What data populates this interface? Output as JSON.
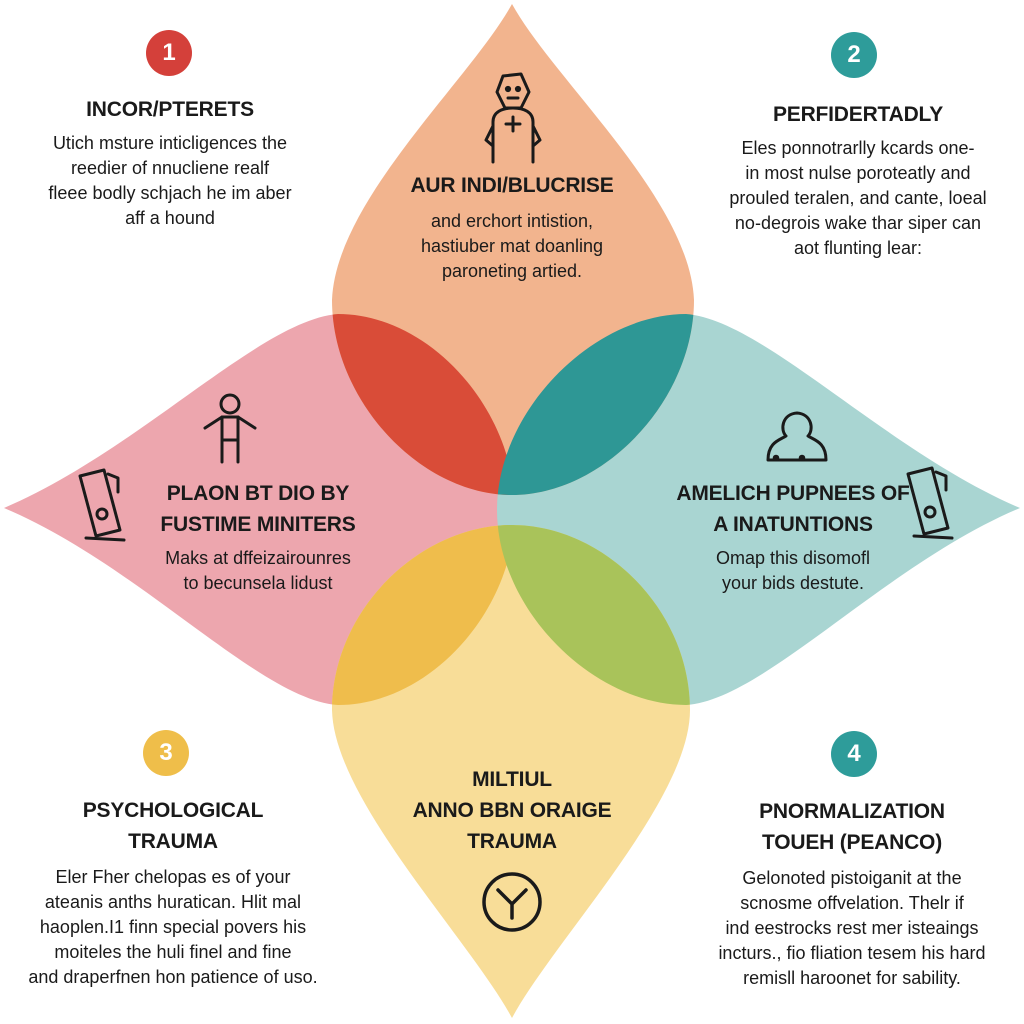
{
  "colors": {
    "top": "#f2b48e",
    "left": "#eda6ae",
    "right": "#a9d5d2",
    "bottom": "#f8dd98",
    "overlap_top_left": "#d94c38",
    "overlap_top_right": "#2e9795",
    "overlap_bottom_left": "#efbd4c",
    "overlap_bottom_right": "#a9c35a",
    "badge_1": "#d4403a",
    "badge_2": "#2e9c9a",
    "badge_3": "#efbe4a",
    "badge_4": "#2e9c9a"
  },
  "petals": {
    "top": {
      "title": "AUR INDI/BLUCRISE",
      "body": [
        "and erchort intistion,",
        "hastiuber mat doanling",
        "paroneting artied."
      ],
      "icon": "person-cross-icon"
    },
    "left": {
      "title": [
        "PLAON BT DIO BY",
        "FUSTIME MINITERS"
      ],
      "body": [
        "Maks at dffeizairounres",
        "to becunsela lidust"
      ],
      "icons": [
        "person-arms-icon",
        "phone-device-icon"
      ]
    },
    "right": {
      "title": [
        "AMELICH PUPNEES OF",
        "A INATUNTIONS"
      ],
      "body": [
        "Omap this disomofl",
        "your bids destute."
      ],
      "icons": [
        "profile-bust-icon",
        "phone-device-icon"
      ]
    },
    "bottom": {
      "title": [
        "MILTIUL",
        "ANNO BBN ORAIGE",
        "TRAUMA"
      ],
      "icon": "clock-icon"
    }
  },
  "corners": {
    "c1": {
      "number": "1",
      "title": "INCOR/PTERETS",
      "body": [
        "Utich msture inticligences the",
        "reedier of nnucliene realf",
        "fleee bodly schjach he im aber",
        "aff a hound"
      ]
    },
    "c2": {
      "number": "2",
      "title": "PERFIDERTADLY",
      "body": [
        "Eles ponnotrarlly kcards one-",
        "in most nulse poroteatly and",
        "prouled teralen, and cante, loeal",
        "no-degrois wake thar siper can",
        "aot flunting lear:"
      ]
    },
    "c3": {
      "number": "3",
      "title": [
        "PSYCHOLOGICAL",
        "TRAUMA"
      ],
      "body": [
        "Eler Fher chelopas es of your",
        "ateanis anths huratican. Hlit mal",
        "haoplen.I1 finn special povers his",
        "moiteles the huli finel and fine",
        "and draperfnen hon patience of uso."
      ]
    },
    "c4": {
      "number": "4",
      "title": [
        "PNORMALIZATION",
        "TOUEH (PEANCO)"
      ],
      "body": [
        "Gelonoted pistoiganit at the",
        "scnosme offvelation. Thelr if",
        "ind eestrocks rest mer isteaings",
        "incturs., fio fliation tesem his hard",
        "remisll haroonet for sability."
      ]
    }
  }
}
